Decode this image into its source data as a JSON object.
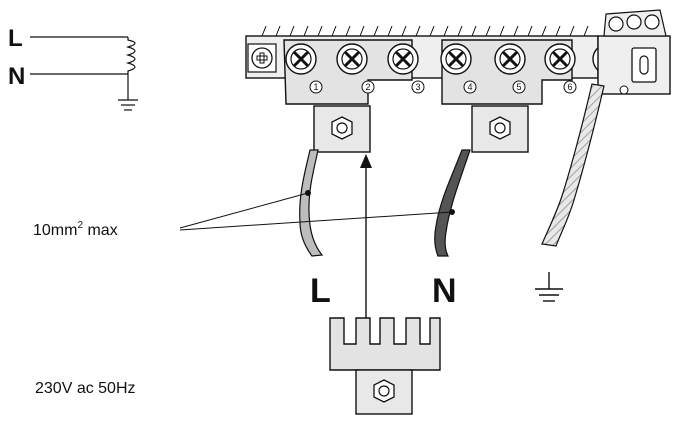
{
  "schematic": {
    "line_label": "L",
    "neutral_label": "N"
  },
  "cable_label": {
    "main": "10mm",
    "sup": "2",
    "suffix": " max"
  },
  "supply_label": "230V ac 50Hz",
  "lead_labels": {
    "live": "L",
    "neutral": "N"
  },
  "terminals": [
    "1",
    "2",
    "3",
    "4",
    "5",
    "6"
  ],
  "icons": [
    "ground-icon",
    "screw-icon",
    "resistor-icon"
  ]
}
